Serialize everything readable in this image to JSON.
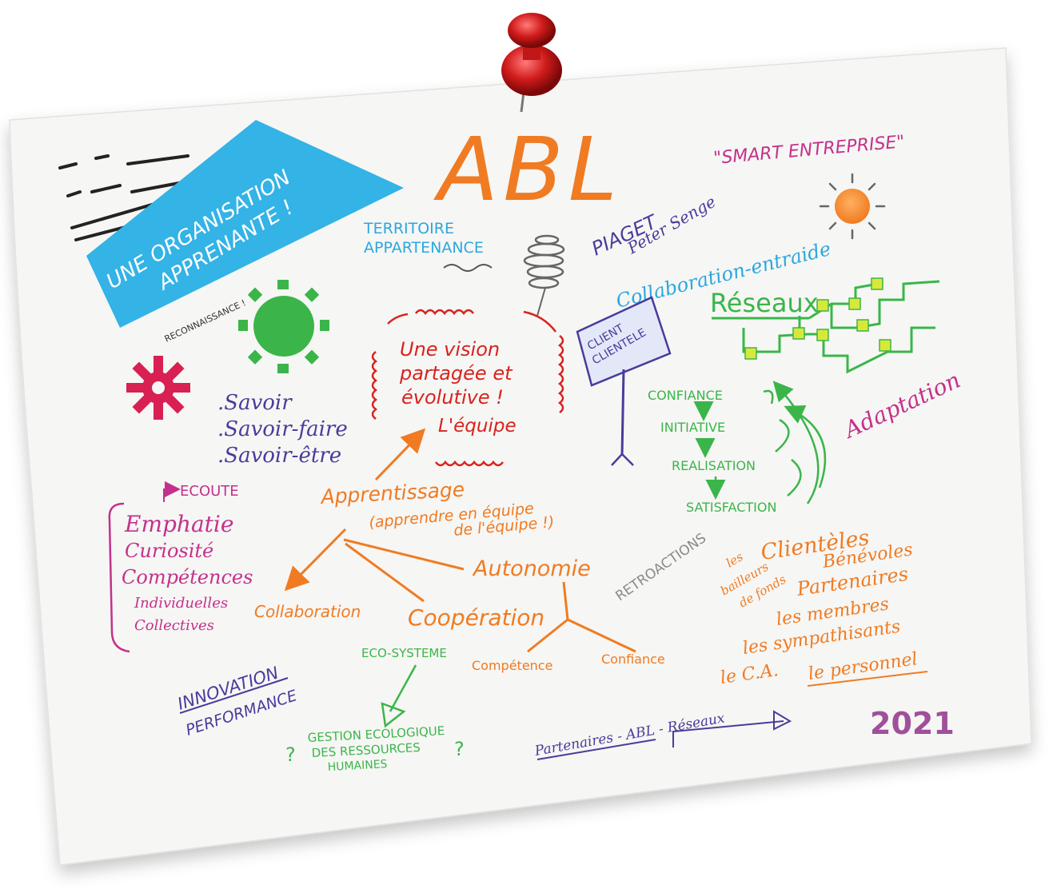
{
  "title": "ABL",
  "banner": "UNE ORGANISATION APPRENANTE !",
  "smart": "\"SMART ENTREPRISE\"",
  "territoire": [
    "TERRITOIRE",
    "APPARTENANCE"
  ],
  "piaget": "PIAGET",
  "senge": "Peter Senge",
  "collaboration_entraide": "Collaboration-entraide",
  "reseaux": "Réseaux",
  "client": [
    "CLIENT",
    "CLIENTELE"
  ],
  "reconnaissance": "RECONNAISSANCE !",
  "savoirs": [
    ".Savoir",
    ".Savoir-faire",
    ".Savoir-être"
  ],
  "vision": [
    "Une vision",
    "partagée et",
    "évolutive !",
    "L'équipe"
  ],
  "cycle": [
    "CONFIANCE",
    "INITIATIVE",
    "REALISATION",
    "SATISFACTION"
  ],
  "adaptation": "Adaptation",
  "ecoute": "ECOUTE",
  "qualities": [
    "Emphatie",
    "Curiosité",
    "Compétences",
    "Individuelles",
    "Collectives"
  ],
  "apprentissage": "Apprentissage",
  "apprentissage_sub": [
    "(apprendre en équipe",
    "de l'équipe !)"
  ],
  "autonomie": "Autonomie",
  "collaboration": "Collaboration",
  "cooperation": "Coopération",
  "ecosysteme": "ECO-SYSTEME",
  "competence": "Compétence",
  "confiance": "Confiance",
  "retroactions": "RETROACTIONS",
  "stakeholders": {
    "bailleurs": [
      "les",
      "bailleurs",
      "de fonds"
    ],
    "clienteles": "Clientèles",
    "benevoles": "Bénévoles",
    "partenaires": "Partenaires",
    "membres": "les membres",
    "sympathisants": "les sympathisants",
    "ca": "le C.A.",
    "personnel": "le personnel"
  },
  "innovation": [
    "INNOVATION",
    "PERFORMANCE"
  ],
  "gestion": [
    "GESTION ECOLOGIQUE",
    "DES RESSOURCES",
    "HUMAINES"
  ],
  "partenaires_line": "Partenaires - ABL - Réseaux",
  "year": "2021",
  "colors": {
    "orange": "#f07b22",
    "blue": "#2ca7de",
    "cyan_banner": "#33b3e6",
    "green": "#3bb54a",
    "magenta": "#c4318c",
    "purple": "#4a3b9c",
    "red": "#d8231f",
    "gray": "#8a8a8a",
    "dark": "#222222"
  }
}
